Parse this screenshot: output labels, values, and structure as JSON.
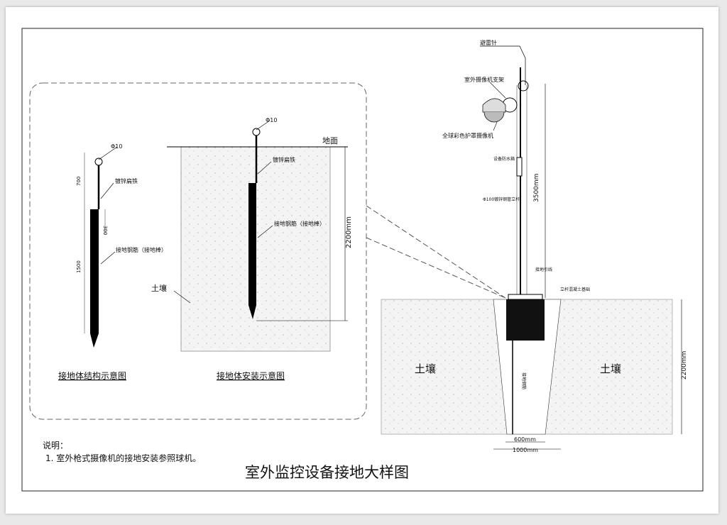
{
  "title": "室外监控设备接地大样图",
  "notes": {
    "heading": "说明：",
    "item1": "1. 室外枪式摄像机的接地安装参照球机。"
  },
  "structure": {
    "caption": "接地体结构示意图",
    "diameter": "Φ10",
    "flat_iron": "镀锌扁铁",
    "rod": "接地钢筋（接地棒）",
    "dim_top": "700",
    "dim_mid": "300",
    "dim_bottom": "1500"
  },
  "install": {
    "caption": "接地体安装示意图",
    "diameter": "Φ10",
    "ground": "地面",
    "flat_iron": "镀锌扁铁",
    "rod": "接地钢筋（接地棒）",
    "soil": "土壤",
    "depth": "2200mm"
  },
  "pole": {
    "lightning_rod": "避雷针",
    "bracket": "室外摄像机支架",
    "camera": "全球彩色护罩摄像机",
    "box": "设备防水箱",
    "pipe": "Φ100镀锌钢管立杆",
    "height": "3500mm",
    "ground_wire": "接地引线",
    "foundation": "立杆混凝土基础",
    "ground_rod": "接地钢筋",
    "soil_left": "土壤",
    "soil_right": "土壤",
    "depth": "2200mm",
    "width_inner": "600mm",
    "width_outer": "1000mm"
  }
}
